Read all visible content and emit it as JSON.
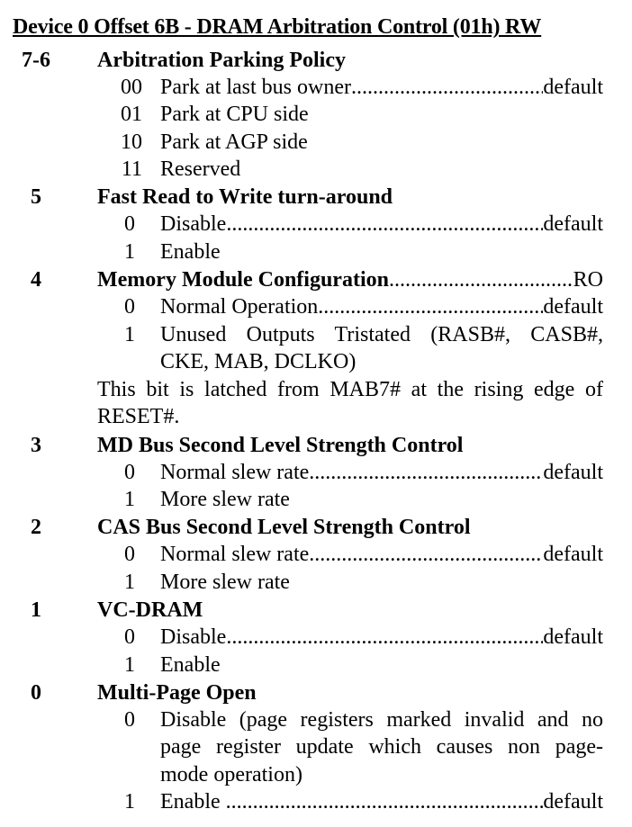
{
  "title": "Device 0 Offset 6B - DRAM Arbitration Control (01h)  RW",
  "bits": [
    {
      "bit": "7-6",
      "name": "Arbitration Parking Policy",
      "options": [
        {
          "code": "00",
          "desc": "Park at last bus owner",
          "tag": "default"
        },
        {
          "code": "01",
          "desc": "Park at CPU side"
        },
        {
          "code": "10",
          "desc": "Park at AGP side"
        },
        {
          "code": "11",
          "desc": "Reserved"
        }
      ]
    },
    {
      "bit": "5",
      "name": "Fast Read to Write turn-around",
      "options": [
        {
          "code": "0",
          "desc": "Disable",
          "tag": "default"
        },
        {
          "code": "1",
          "desc": "Enable"
        }
      ]
    },
    {
      "bit": "4",
      "name": "Memory Module Configuration",
      "access": "RO",
      "options": [
        {
          "code": "0",
          "desc": "Normal Operation",
          "tag": "default"
        },
        {
          "code": "1",
          "desc_line1": "Unused Outputs Tristated (RASB#, CASB#,",
          "desc_line2": "CKE, MAB, DCLKO)"
        }
      ],
      "note_line1": "This bit is latched from MAB7# at the rising edge of",
      "note_line2": "RESET#."
    },
    {
      "bit": "3",
      "name": "MD Bus Second Level Strength Control",
      "options": [
        {
          "code": "0",
          "desc": "Normal slew rate",
          "tag": "default"
        },
        {
          "code": "1",
          "desc": "More slew rate"
        }
      ]
    },
    {
      "bit": "2",
      "name": "CAS Bus Second Level Strength Control",
      "options": [
        {
          "code": "0",
          "desc": "Normal slew rate",
          "tag": "default"
        },
        {
          "code": "1",
          "desc": "More slew rate"
        }
      ]
    },
    {
      "bit": "1",
      "name": "VC-DRAM",
      "options": [
        {
          "code": "0",
          "desc": "Disable",
          "tag": "default"
        },
        {
          "code": "1",
          "desc": "Enable"
        }
      ]
    },
    {
      "bit": "0",
      "name": "Multi-Page Open",
      "options": [
        {
          "code": "0",
          "desc_line1": "Disable (page registers marked invalid and no",
          "desc_line2": "page register update which causes non page-",
          "desc_line3": "mode operation)"
        },
        {
          "code": "1",
          "desc": "Enable ",
          "tag": "default"
        }
      ]
    }
  ]
}
